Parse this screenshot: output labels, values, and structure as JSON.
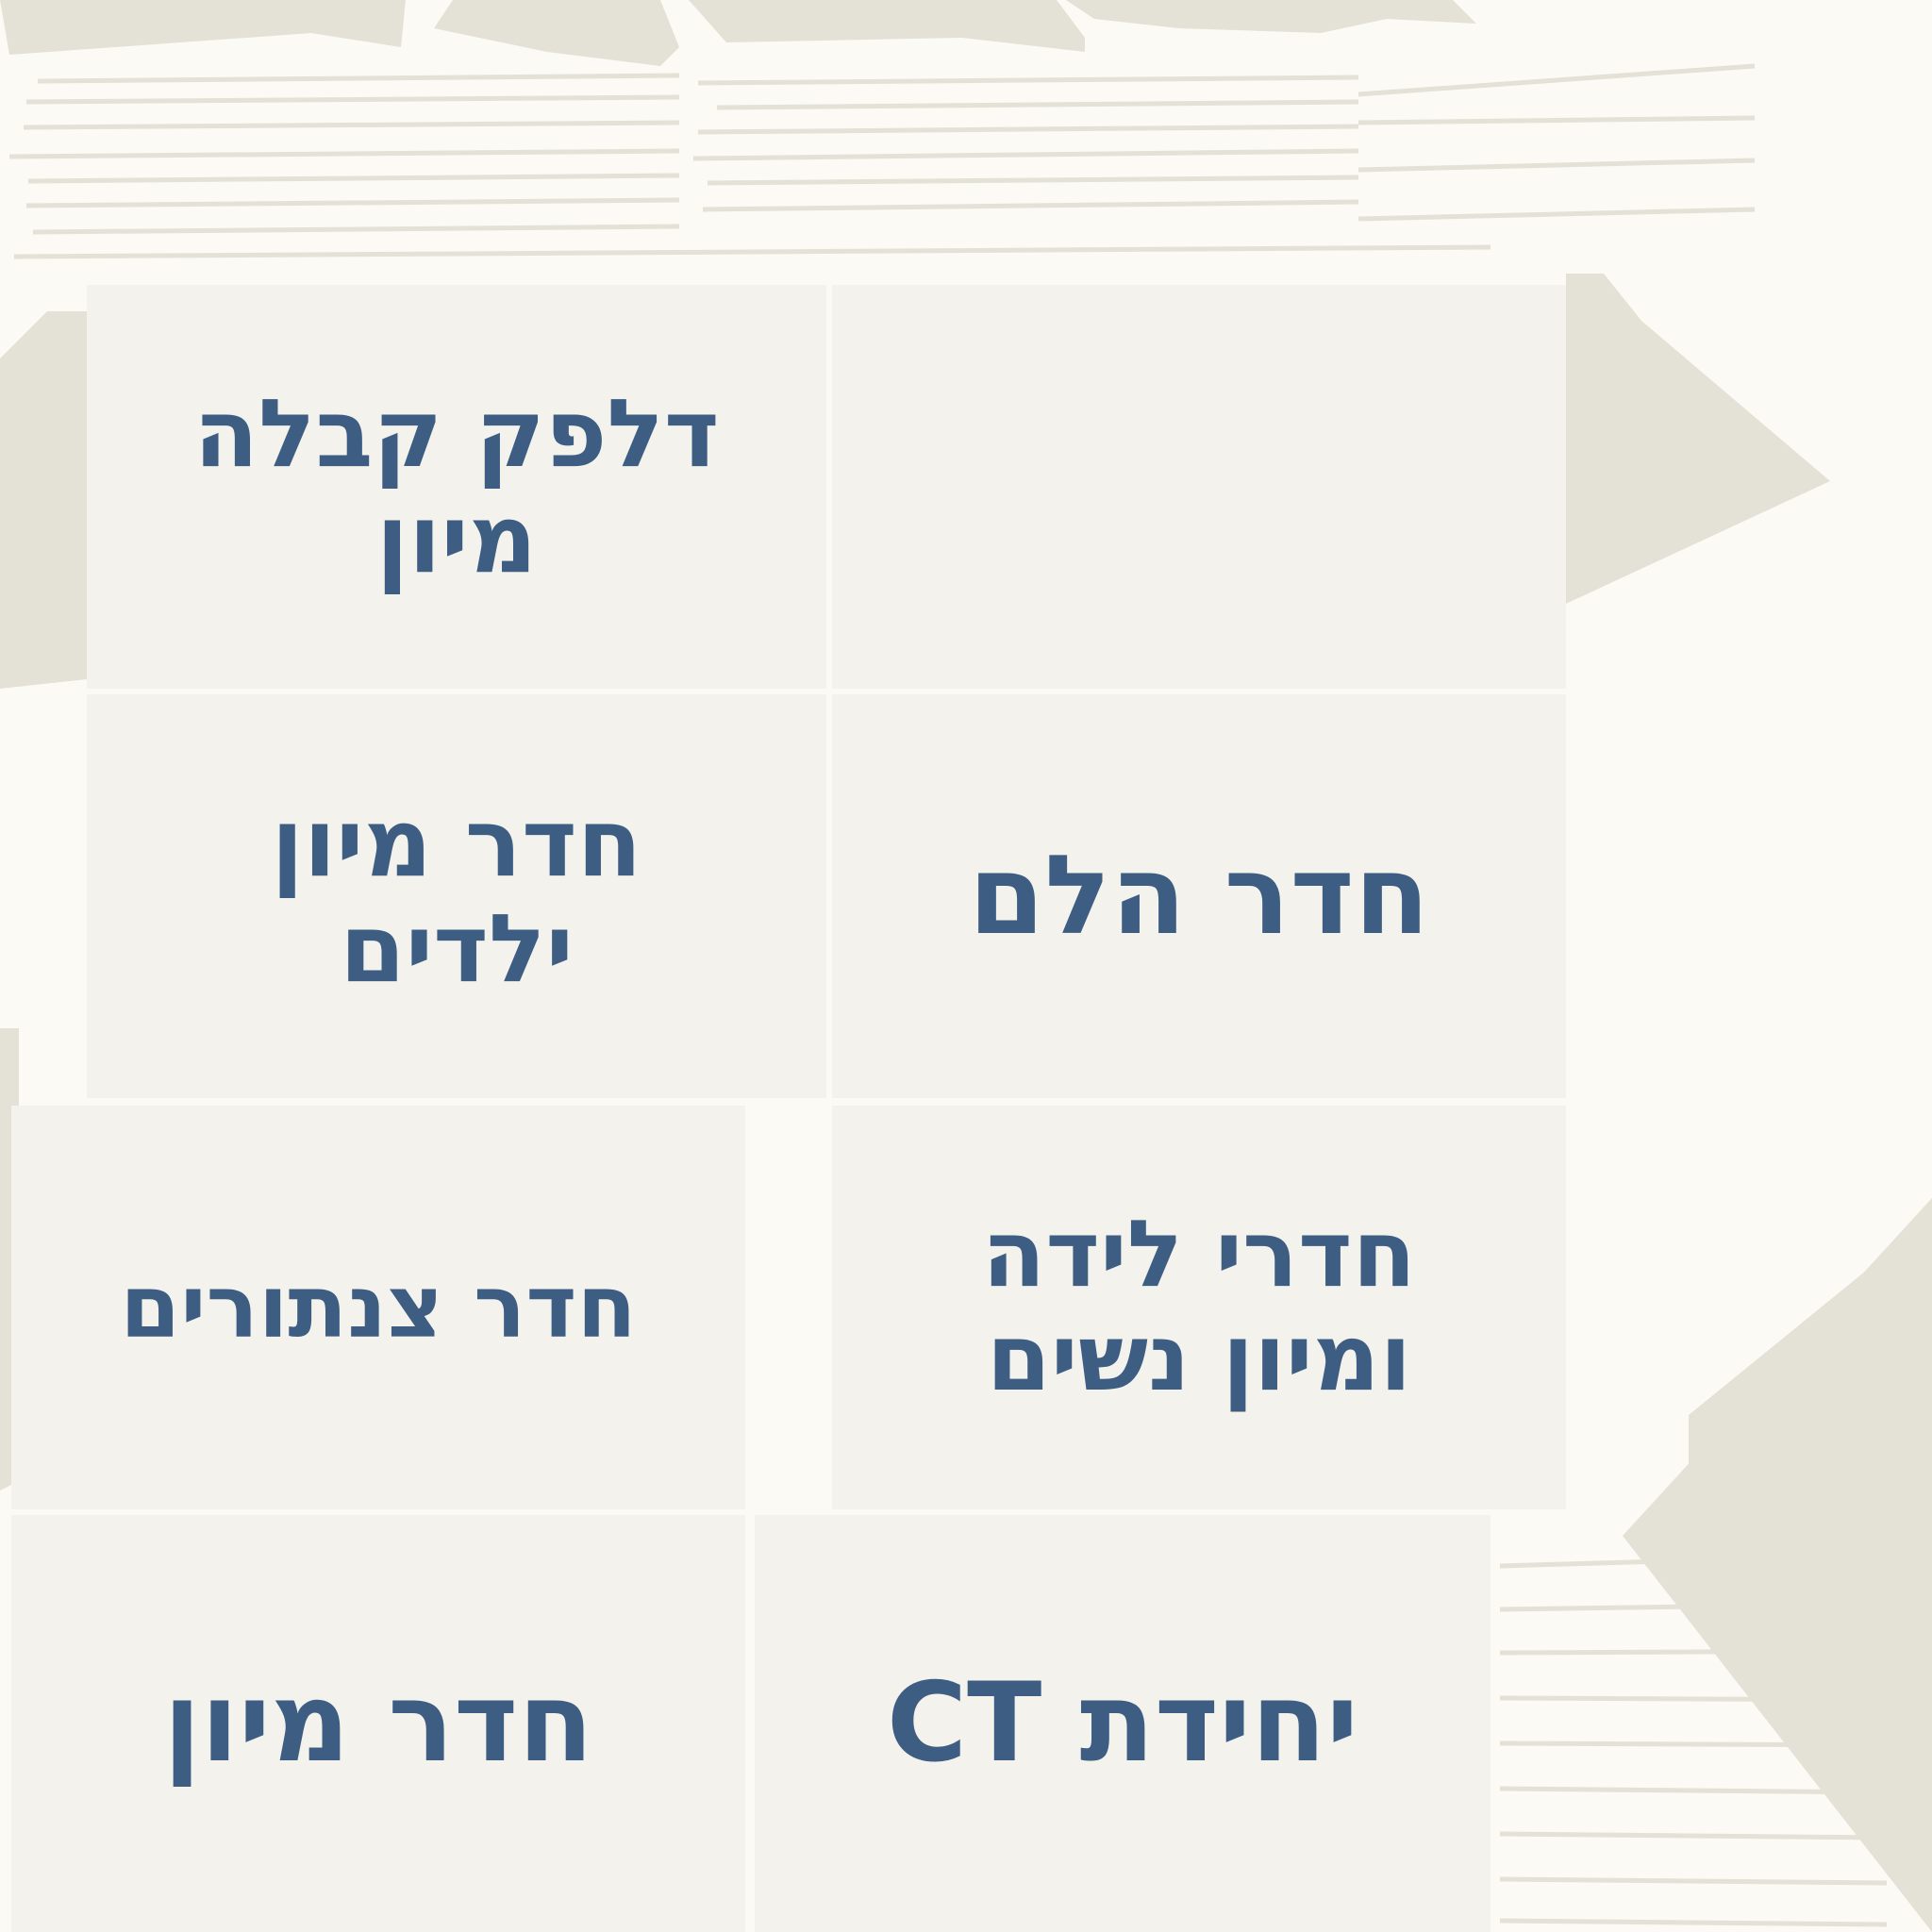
{
  "rooms": {
    "receiving": "דלפק קבלה\nמיון",
    "children": "חדר מיון\nילדים",
    "shock": "חדר הלם",
    "catheter": "חדר צנתורים",
    "labor": "חדרי לידה\nומיון נשים",
    "triage": "חדר מיון",
    "ct": "יחידת CT"
  },
  "colors": {
    "background": "#fbfaf5",
    "room_fill": "#f3f2ec",
    "label_text": "#3e5d82",
    "stripe": "#e4e1d6"
  }
}
